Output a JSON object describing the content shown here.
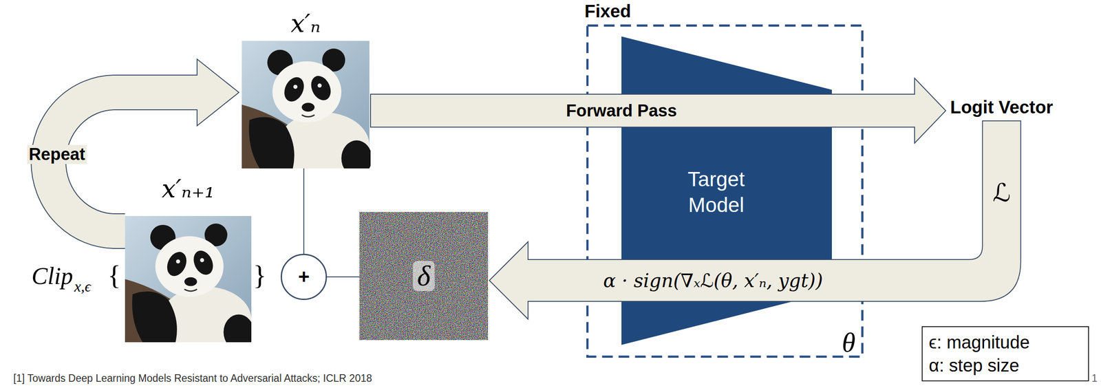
{
  "diagram": {
    "nodes": [
      {
        "text": [
          "Fixed",
          "θ"
        ]
      },
      {
        "text": [
          "Target Model"
        ],
        "in": 0
      },
      {
        "text": [
          "x′ₙ"
        ]
      },
      {
        "text": [
          "Logit Vector"
        ]
      },
      {
        "text": [
          "δ"
        ]
      },
      {
        "text": [
          "+"
        ]
      },
      {
        "text": [
          "x′ₙ₊₁"
        ]
      },
      {
        "text": [
          "ϵ: magnitude",
          "α: step size"
        ]
      }
    ],
    "edges": [
      {
        "from": 2,
        "to": 3,
        "label": "Forward Pass",
        "arrow": "to"
      },
      {
        "from": 3,
        "to": 4,
        "label": "α · sign(∇ₓℒ(θ, x′ₙ, ygt))",
        "arrow": "to"
      },
      {
        "from": 2,
        "to": 5,
        "arrow": "none"
      },
      {
        "from": 5,
        "to": 4,
        "arrow": "none"
      },
      {
        "from": 6,
        "to": 2,
        "label": "Repeat",
        "arrow": "to"
      }
    ],
    "labels": [
      "Clip",
      "x,ϵ",
      "{",
      "}",
      "ℒ",
      "[1] Towards Deep Learning Models Resistant to Adversarial Attacks; ICLR 2018",
      "1"
    ]
  }
}
